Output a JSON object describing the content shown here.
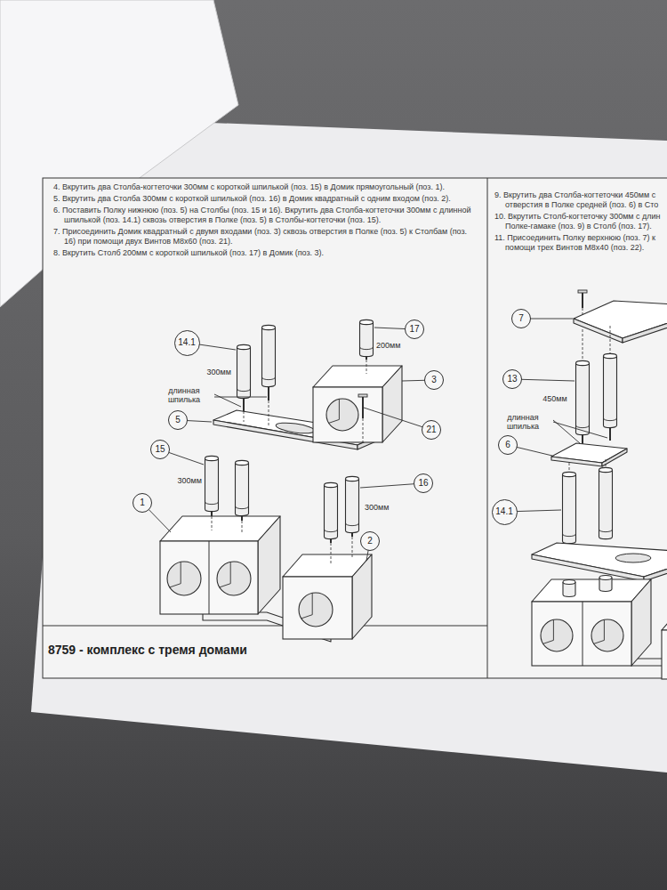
{
  "diagram": {
    "caption": "8759 - комплекс с тремя домами",
    "nodes": [
      {
        "text": [
          "17"
        ]
      },
      {
        "text": [
          "14.1"
        ]
      },
      {
        "text": [
          "3"
        ]
      },
      {
        "text": [
          "5"
        ]
      },
      {
        "text": [
          "21"
        ]
      },
      {
        "text": [
          "15"
        ]
      },
      {
        "text": [
          "16"
        ]
      },
      {
        "text": [
          "1"
        ]
      },
      {
        "text": [
          "2"
        ]
      },
      {
        "text": [
          "7"
        ]
      },
      {
        "text": [
          "13"
        ]
      },
      {
        "text": [
          "6"
        ]
      },
      {
        "text": [
          "14.1"
        ]
      }
    ],
    "labels": [
      "4. Вкрутить два Столба-когтеточки 300мм с короткой шпилькой (поз. 15) в Домик прямоугольный (поз. 1).",
      "5. Вкрутить два Столба 300мм с короткой шпилькой (поз. 16) в Домик квадратный с одним входом (поз. 2).",
      "6. Поставить Полку нижнюю (поз. 5) на Столбы (поз. 15 и 16). Вкрутить два Столба-когтеточки 300мм с длинной шпилькой (поз. 14.1) сквозь отверстия в Полке (поз. 5) в Столбы-когтеточки (поз. 15).",
      "7. Присоединить Домик квадратный с двумя входами (поз. 3) сквозь отверстия в Полке (поз. 5) к Столбам (поз. 16) при помощи двух Винтов М8х60 (поз. 21).",
      "8. Вкрутить Столб 200мм с короткой шпилькой (поз. 17) в Домик (поз. 3).",
      "9. Вкрутить два Столба-когтеточки 450мм с отверстия в Полке средней (поз. 6) в Сто",
      "10. Вкрутить Столб-когтеточку 300мм с длин Полке-гамаке (поз. 9) в Столб (поз. 17).",
      "11. Присоединить Полку верхнюю (поз. 7) к помощи трех Винтов М8х40 (поз. 22).",
      "200мм",
      "300мм",
      "длинная шпилька",
      "300мм",
      "300мм",
      "450мм",
      "длинная шпилька"
    ]
  }
}
